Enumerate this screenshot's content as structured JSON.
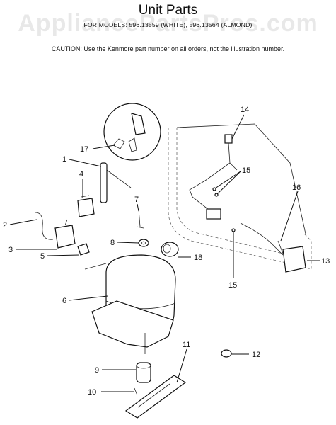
{
  "header": {
    "title": "Unit Parts",
    "subtitle": "FOR MODELS: 596.13559 (WHITE), 596.13564 (ALMOND)",
    "caution_prefix": "CAUTION:  Use the Kenmore part number on all orders, ",
    "caution_emph": "not",
    "caution_suffix": " the illustration number."
  },
  "watermark": "AppliancePartsPros.com",
  "callouts": [
    "1",
    "2",
    "3",
    "4",
    "5",
    "6",
    "7",
    "8",
    "9",
    "10",
    "11",
    "12",
    "13",
    "14",
    "15",
    "15",
    "16",
    "17",
    "18"
  ]
}
